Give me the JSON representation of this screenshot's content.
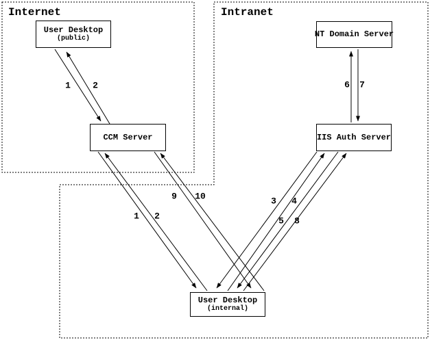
{
  "colors": {
    "background": "#ffffff",
    "foreground": "#000000"
  },
  "zones": {
    "internet": {
      "label": "Internet"
    },
    "intranet": {
      "label": "Intranet"
    }
  },
  "nodes": {
    "public": {
      "title": "User Desktop",
      "subtitle": "(public)"
    },
    "ccm": {
      "title": "CCM Server"
    },
    "nt": {
      "title": "NT Domain Server"
    },
    "iis": {
      "title": "IIS Auth Server"
    },
    "internal": {
      "title": "User Desktop",
      "subtitle": "(internal)"
    }
  },
  "edges": [
    {
      "label": "1",
      "from": "User Desktop (public)",
      "to": "CCM Server"
    },
    {
      "label": "2",
      "from": "CCM Server",
      "to": "User Desktop (public)"
    },
    {
      "label": "1",
      "from": "User Desktop (internal)",
      "to": "CCM Server"
    },
    {
      "label": "2",
      "from": "CCM Server",
      "to": "User Desktop (internal)"
    },
    {
      "label": "9",
      "from": "User Desktop (internal)",
      "to": "CCM Server"
    },
    {
      "label": "10",
      "from": "CCM Server",
      "to": "User Desktop (internal)"
    },
    {
      "label": "3",
      "from": "User Desktop (internal)",
      "to": "IIS Auth Server"
    },
    {
      "label": "4",
      "from": "IIS Auth Server",
      "to": "User Desktop (internal)"
    },
    {
      "label": "5",
      "from": "User Desktop (internal)",
      "to": "IIS Auth Server"
    },
    {
      "label": "8",
      "from": "IIS Auth Server",
      "to": "User Desktop (internal)"
    },
    {
      "label": "6",
      "from": "IIS Auth Server",
      "to": "NT Domain Server"
    },
    {
      "label": "7",
      "from": "NT Domain Server",
      "to": "IIS Auth Server"
    }
  ]
}
